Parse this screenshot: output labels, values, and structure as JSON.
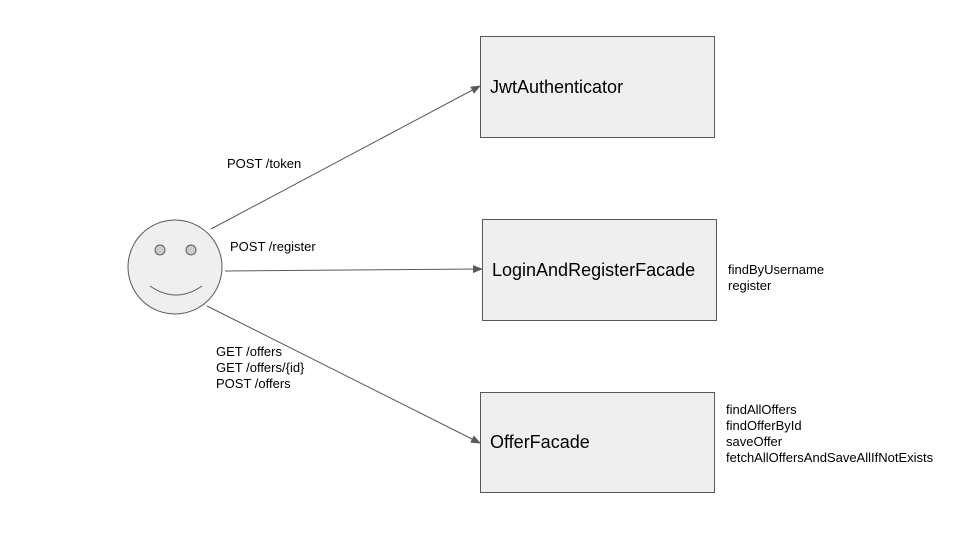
{
  "actor": {
    "icon": "smiley-face-icon",
    "fill": "#efefef",
    "stroke": "#595959"
  },
  "components": {
    "jwt": {
      "name": "JwtAuthenticator"
    },
    "login": {
      "name": "LoginAndRegisterFacade",
      "methods": [
        "findByUsername",
        "register"
      ]
    },
    "offer": {
      "name": "OfferFacade",
      "methods": [
        "findAllOffers",
        "findOfferById",
        "saveOffer",
        "fetchAllOffersAndSaveAllIfNotExists"
      ]
    }
  },
  "connections": {
    "token": {
      "endpoints": [
        "POST /token"
      ]
    },
    "register": {
      "endpoints": [
        "POST /register"
      ]
    },
    "offers": {
      "endpoints": [
        "GET /offers",
        "GET /offers/{id}",
        "POST /offers"
      ]
    }
  },
  "colors": {
    "box_fill": "#efefef",
    "stroke": "#595959",
    "arrow": "#595959"
  }
}
